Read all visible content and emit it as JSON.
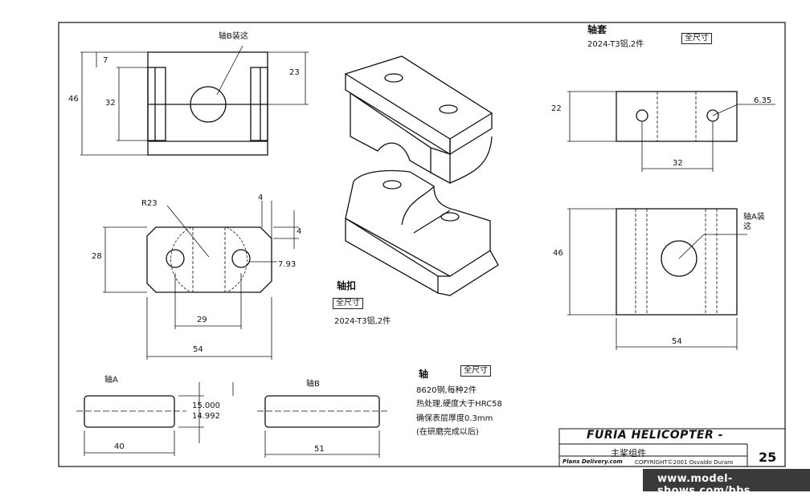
{
  "sheet": {
    "title_block": {
      "title": "FURIA HELICOPTER -",
      "subtitle": "主桨组件",
      "publisher": "Plans Delivery.com",
      "copyright": "COPYRIGHT©2001 Osvaldo Duraro",
      "page_number": "25"
    },
    "watermark": "www.model-shows.com/bbs"
  },
  "top_left_view": {
    "callout": "轴B装这",
    "dims": {
      "d46": "46",
      "d7": "7",
      "d32": "32",
      "d23": "23"
    }
  },
  "mid_left_view": {
    "dims": {
      "r23": "R23",
      "d4a": "4",
      "d4b": "4",
      "d28": "28",
      "d793": "7.93",
      "d29": "29",
      "d54": "54"
    }
  },
  "zhoukou": {
    "name": "轴扣",
    "scale": "全尺寸",
    "material": "2024-T3铝,2件"
  },
  "zhoutao": {
    "name": "轴套",
    "material": "2024-T3铝,2件",
    "scale": "全尺寸",
    "dims": {
      "d22": "22",
      "d635": "6.35",
      "d32": "32",
      "d46": "46",
      "d54": "54"
    },
    "callout": [
      "轴A装",
      "这"
    ]
  },
  "zhou": {
    "name": "轴",
    "scale": "全尺寸",
    "notes": [
      "8620钢,每种2件",
      "热处理,硬度大于HRC58",
      "确保表层厚度0.3mm",
      "(在研磨完成以后)"
    ]
  },
  "shaft_a": {
    "name": "轴A",
    "length": "40",
    "dia_max": "15.000",
    "dia_min": "14.992"
  },
  "shaft_b": {
    "name": "轴B",
    "length": "51"
  }
}
